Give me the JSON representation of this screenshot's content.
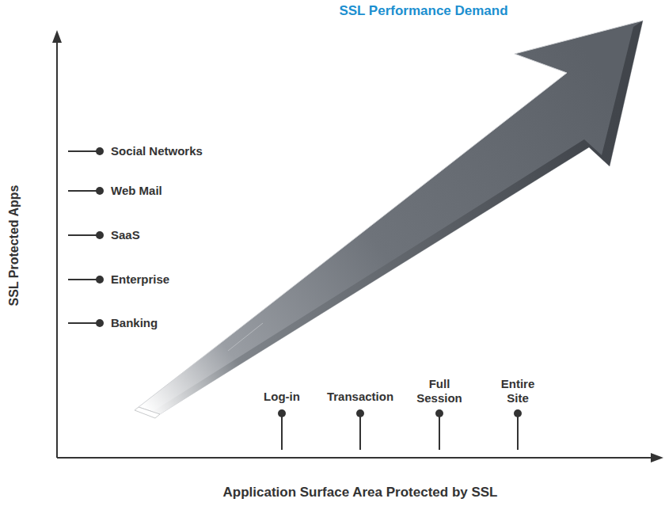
{
  "diagram": {
    "title": "SSL Performance Demand",
    "labels": [
      "SSL Protected Apps",
      "Social Networks",
      "Web Mail",
      "SaaS",
      "Enterprise",
      "Banking",
      "Log-in",
      "Transaction",
      "Full Session",
      "Entire Site",
      "Application Surface Area Protected by SSL"
    ]
  }
}
